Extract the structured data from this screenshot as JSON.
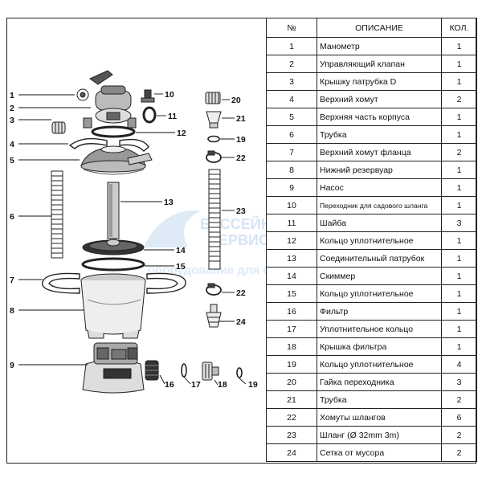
{
  "table": {
    "headers": {
      "num": "№",
      "desc": "ОПИСАНИЕ",
      "qty": "КОЛ."
    },
    "rows": [
      {
        "num": "1",
        "desc": "Манометр",
        "qty": "1"
      },
      {
        "num": "2",
        "desc": "Управляющий клапан",
        "qty": "1"
      },
      {
        "num": "3",
        "desc": "Крышку патрубка D",
        "qty": "1"
      },
      {
        "num": "4",
        "desc": "Верхний хомут",
        "qty": "2"
      },
      {
        "num": "5",
        "desc": "Верхняя часть корпуса",
        "qty": "1"
      },
      {
        "num": "6",
        "desc": "Трубка",
        "qty": "1"
      },
      {
        "num": "7",
        "desc": "Верхний хомут фланца",
        "qty": "2"
      },
      {
        "num": "8",
        "desc": "Нижний резервуар",
        "qty": "1"
      },
      {
        "num": "9",
        "desc": "Насос",
        "qty": "1"
      },
      {
        "num": "10",
        "desc": "Переходник для садового шланга",
        "qty": "1"
      },
      {
        "num": "11",
        "desc": "Шайба",
        "qty": "3"
      },
      {
        "num": "12",
        "desc": "Кольцо уплотнительное",
        "qty": "1"
      },
      {
        "num": "13",
        "desc": "Соединительный патрубок",
        "qty": "1"
      },
      {
        "num": "14",
        "desc": "Скиммер",
        "qty": "1"
      },
      {
        "num": "15",
        "desc": "Кольцо уплотнительное",
        "qty": "1"
      },
      {
        "num": "16",
        "desc": "Фильтр",
        "qty": "1"
      },
      {
        "num": "17",
        "desc": "Уплотнительное кольцо",
        "qty": "1"
      },
      {
        "num": "18",
        "desc": "Крышка фильтра",
        "qty": "1"
      },
      {
        "num": "19",
        "desc": "Кольцо уплотнительное",
        "qty": "4"
      },
      {
        "num": "20",
        "desc": "Гайка переходника",
        "qty": "3"
      },
      {
        "num": "21",
        "desc": "Трубка",
        "qty": "2"
      },
      {
        "num": "22",
        "desc": "Хомуты шлангов",
        "qty": "6"
      },
      {
        "num": "23",
        "desc": "Шланг (Ø 32mm  3m)",
        "qty": "2"
      },
      {
        "num": "24",
        "desc": "Сетка от мусора",
        "qty": "2"
      }
    ]
  },
  "diagram": {
    "callouts": {
      "c1": "1",
      "c2": "2",
      "c3": "3",
      "c4": "4",
      "c5": "5",
      "c6": "6",
      "c7": "7",
      "c8": "8",
      "c9": "9",
      "c10": "10",
      "c11": "11",
      "c12": "12",
      "c13": "13",
      "c14": "14",
      "c15": "15",
      "c16": "16",
      "c17": "17",
      "c18": "18",
      "c19a": "19",
      "c19b": "19",
      "c20": "20",
      "c21": "21",
      "c22a": "22",
      "c22b": "22",
      "c23": "23",
      "c24": "24"
    },
    "watermark": {
      "line1": "БАССЕЙН",
      "line2": "СЕРВИС",
      "line3": "оборудование для бассейнов"
    }
  },
  "colors": {
    "line": "#222222",
    "watermark": "#c8dcef"
  }
}
